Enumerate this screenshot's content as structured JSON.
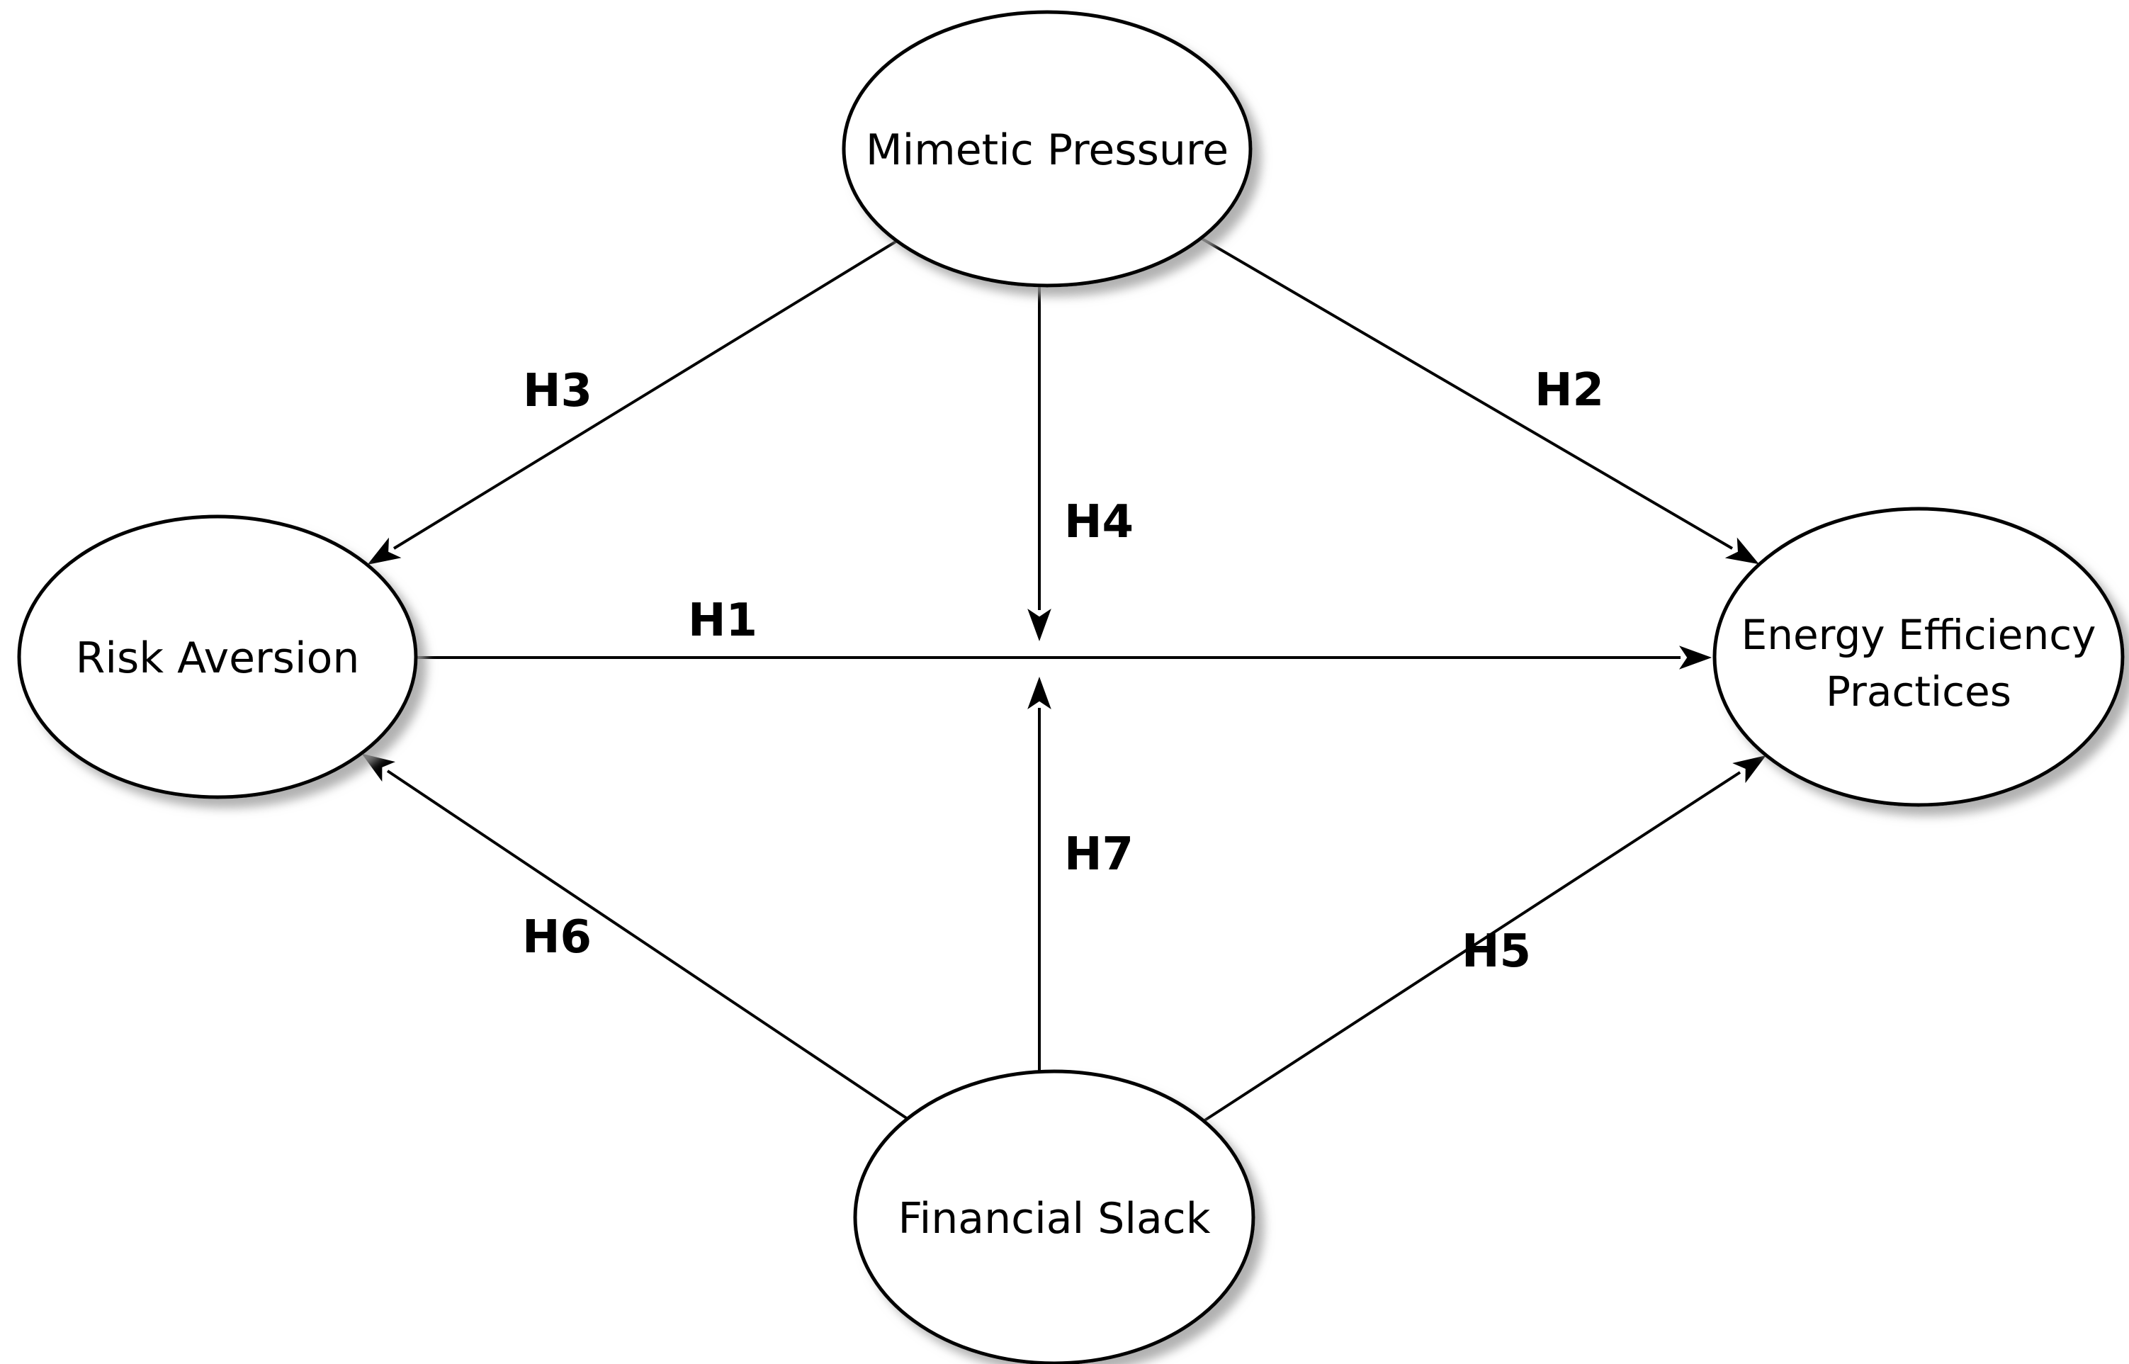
{
  "diagram": {
    "colors": {
      "background": "#ffffff",
      "line": "#000000",
      "text": "#000000",
      "node_fill": "#ffffff",
      "shadow": "#9e9e9e"
    },
    "nodes": {
      "mimetic_pressure": {
        "label": "Mimetic Pressure"
      },
      "risk_aversion": {
        "label": "Risk Aversion"
      },
      "energy_efficiency_practices": {
        "label": "Energy Efficiency Practices",
        "label_line1": "Energy Efficiency",
        "label_line2": "Practices"
      },
      "financial_slack": {
        "label": "Financial Slack"
      }
    },
    "edges": {
      "h1": {
        "label": "H1",
        "from": "risk_aversion",
        "to": "energy_efficiency_practices"
      },
      "h2": {
        "label": "H2",
        "from": "mimetic_pressure",
        "to": "energy_efficiency_practices"
      },
      "h3": {
        "label": "H3",
        "from": "mimetic_pressure",
        "to": "risk_aversion"
      },
      "h4": {
        "label": "H4",
        "from": "mimetic_pressure",
        "to": "h1_arrow_path"
      },
      "h5": {
        "label": "H5",
        "from": "financial_slack",
        "to": "energy_efficiency_practices"
      },
      "h6": {
        "label": "H6",
        "from": "financial_slack",
        "to": "risk_aversion"
      },
      "h7": {
        "label": "H7",
        "from": "financial_slack",
        "to": "h1_arrow_path"
      }
    }
  }
}
